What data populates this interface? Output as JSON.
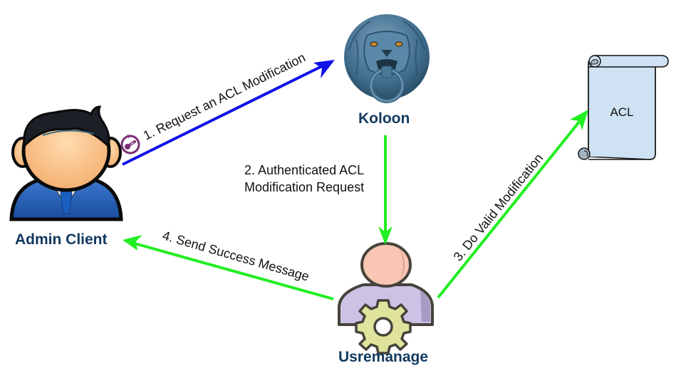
{
  "nodes": {
    "admin_client": {
      "label": "Admin Client",
      "icon": "businessman-avatar-icon"
    },
    "koloon": {
      "label": "Koloon",
      "icon": "lion-door-knocker-icon"
    },
    "usremanage": {
      "label": "Usremanage",
      "icon": "user-gear-icon"
    },
    "acl": {
      "label": "ACL",
      "icon": "scroll-document-icon"
    }
  },
  "edges": [
    {
      "step": 1,
      "label": "1. Request an ACL Modification",
      "from": "admin_client",
      "to": "koloon",
      "color": "#1010e8",
      "badge_icon": "thermometer-timer-icon",
      "badge_color": "#7b2e78"
    },
    {
      "step": 2,
      "label_lines": [
        "2. Authenticated ACL",
        "Modification Request"
      ],
      "from": "koloon",
      "to": "usremanage",
      "color": "#22ee22"
    },
    {
      "step": 3,
      "label": "3. Do Valid Modification",
      "from": "usremanage",
      "to": "acl",
      "color": "#22ee22"
    },
    {
      "step": 4,
      "label": "4. Send Success Message",
      "from": "usremanage",
      "to": "admin_client",
      "color": "#22ee22"
    }
  ],
  "colors": {
    "node_label": "#12395f",
    "request_arrow": "#1010e8",
    "success_arrow": "#22ee22",
    "scroll_fill": "#cfe2f3",
    "scroll_curl": "#a5b4c2"
  }
}
